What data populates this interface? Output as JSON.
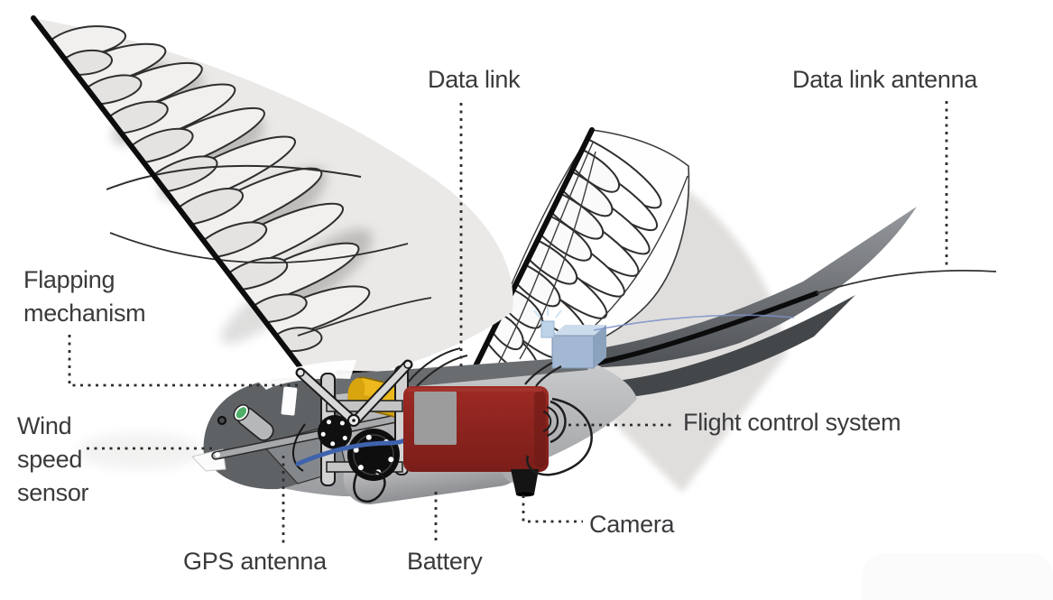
{
  "diagram": {
    "labels": {
      "data_link": "Data link",
      "data_link_antenna": "Data link antenna",
      "flapping_mechanism": "Flapping mechanism",
      "wind_speed_sensor": "Wind speed sensor",
      "gps_antenna": "GPS antenna",
      "battery": "Battery",
      "camera": "Camera",
      "flight_control_system": "Flight control system"
    },
    "colors": {
      "background": "#ffffff",
      "label_text": "#3a3a3d",
      "leader_line": "#2d2d30",
      "wing_fill": "#ebe9e7",
      "wing_linework": "#2e2e2e",
      "body_dark_gray": "#5f6265",
      "body_light_gray": "#c9cacb",
      "tail_dark": "#4e5155",
      "flight_box_red": "#8c2420",
      "motor_yellow": "#ecb81d",
      "wire_blue": "#3f63ad",
      "data_link_box_blue": "#a3b9d3",
      "wind_sensor_green": "#4fae68",
      "camera_black": "#141414"
    }
  }
}
